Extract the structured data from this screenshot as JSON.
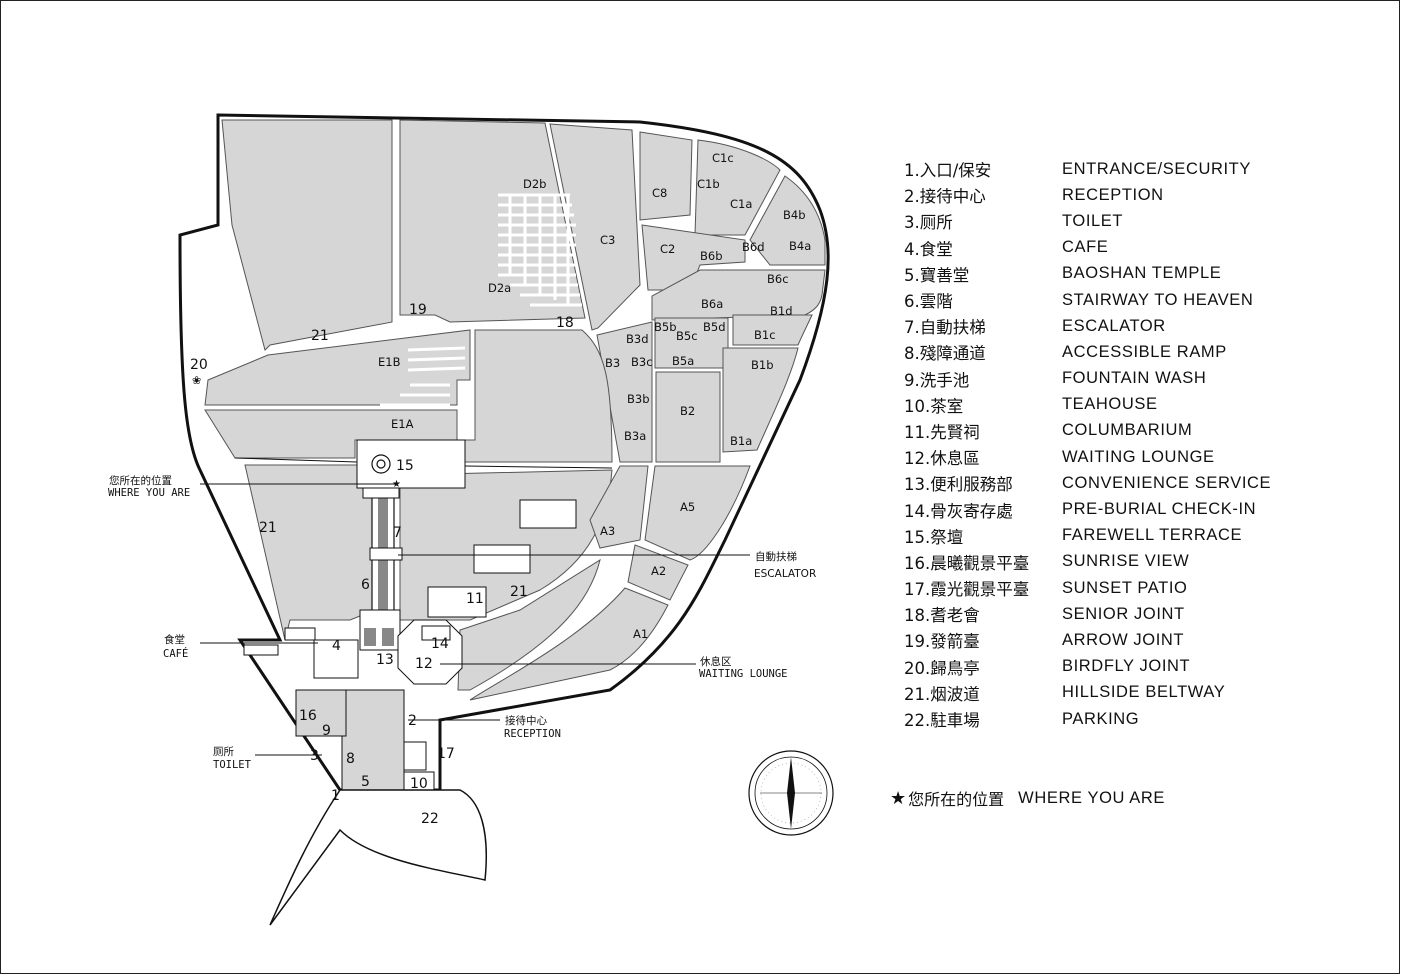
{
  "legend": [
    {
      "cn": "1.入口/保安",
      "en": "ENTRANCE/SECURITY"
    },
    {
      "cn": "2.接待中心",
      "en": "RECEPTION"
    },
    {
      "cn": "3.厕所",
      "en": "TOILET"
    },
    {
      "cn": "4.食堂",
      "en": "CAFE"
    },
    {
      "cn": "5.寶善堂",
      "en": "BAOSHAN TEMPLE"
    },
    {
      "cn": "6.雲階",
      "en": "STAIRWAY TO HEAVEN"
    },
    {
      "cn": "7.自動扶梯",
      "en": "ESCALATOR"
    },
    {
      "cn": "8.殘障通道",
      "en": "ACCESSIBLE RAMP"
    },
    {
      "cn": "9.洗手池",
      "en": "FOUNTAIN WASH"
    },
    {
      "cn": "10.茶室",
      "en": "TEAHOUSE"
    },
    {
      "cn": "11.先賢祠",
      "en": "COLUMBARIUM"
    },
    {
      "cn": "12.休息區",
      "en": "WAITING LOUNGE"
    },
    {
      "cn": "13.便利服務部",
      "en": "CONVENIENCE SERVICE"
    },
    {
      "cn": "14.骨灰寄存處",
      "en": "PRE-BURIAL CHECK-IN"
    },
    {
      "cn": "15.祭壇",
      "en": "FAREWELL TERRACE"
    },
    {
      "cn": "16.晨曦觀景平臺",
      "en": "SUNRISE VIEW"
    },
    {
      "cn": "17.霞光觀景平臺",
      "en": "SUNSET PATIO"
    },
    {
      "cn": "18.耆老會",
      "en": "SENIOR JOINT"
    },
    {
      "cn": "19.發箭臺",
      "en": "ARROW JOINT"
    },
    {
      "cn": "20.歸鳥亭",
      "en": "BIRDFLY JOINT"
    },
    {
      "cn": "21.烟波道",
      "en": "HILLSIDE BELTWAY"
    },
    {
      "cn": "22.駐車場",
      "en": "PARKING"
    }
  ],
  "you_are_here": {
    "star": "★",
    "cn": "您所在的位置",
    "en": "WHERE YOU ARE"
  },
  "callouts": {
    "where_cn": "您所在的位置",
    "where_en": "WHERE YOU ARE",
    "escalator_cn": "自動扶梯",
    "escalator_en": "ESCALATOR",
    "cafe_cn": "食堂",
    "cafe_en": "CAFÉ",
    "lounge_cn": "休息区",
    "lounge_en": "WAITING LOUNGE",
    "reception_cn": "接待中心",
    "reception_en": "RECEPTION",
    "toilet_cn": "厕所",
    "toilet_en": "TOILET"
  },
  "zones": {
    "C1C": "C1c",
    "C1B": "C1b",
    "C8": "C8",
    "C1A": "C1a",
    "B4B": "B4b",
    "B4A": "B4a",
    "C3": "C3",
    "C2": "C2",
    "B6D": "B6d",
    "B6B": "B6b",
    "B6C": "B6c",
    "B6A": "B6a",
    "D2B": "D2b",
    "D2A": "D2a",
    "B1D": "B1d",
    "B1C": "B1c",
    "B5B": "B5b",
    "B5D": "B5d",
    "B3D": "B3d",
    "B5C": "B5c",
    "B5A": "B5a",
    "B3C": "B3c",
    "B3": "B3",
    "B1B": "B1b",
    "B3B": "B3b",
    "B2": "B2",
    "B3A": "B3a",
    "B1A": "B1a",
    "E1B": "E1B",
    "E1A": "E1A",
    "A5": "A5",
    "A3": "A3",
    "A2": "A2",
    "A1": "A1"
  },
  "markers": {
    "m1": "1",
    "m2": "2",
    "m3": "3",
    "m4": "4",
    "m5": "5",
    "m6": "6",
    "m7": "7",
    "m8": "8",
    "m9": "9",
    "m10": "10",
    "m11": "11",
    "m12": "12",
    "m13": "13",
    "m14": "14",
    "m15": "15",
    "m16": "16",
    "m17": "17",
    "m18": "18",
    "m19": "19",
    "m20": "20",
    "m21a": "21",
    "m21b": "21",
    "m21c": "21",
    "m22": "22"
  },
  "compass": {
    "needle": "N-S"
  }
}
